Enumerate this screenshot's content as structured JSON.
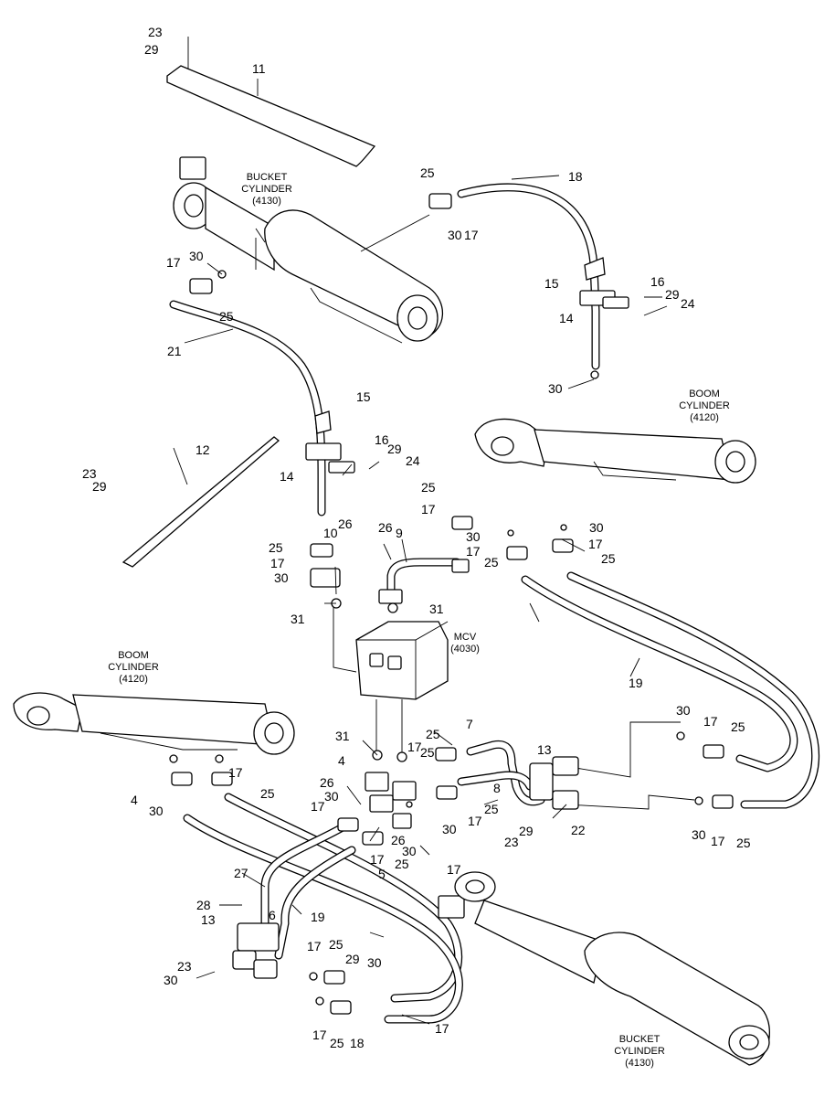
{
  "captions": {
    "bucket_top": [
      "BUCKET",
      "CYLINDER",
      "(4130)"
    ],
    "boom_right": [
      "BOOM",
      "CYLINDER",
      "(4120)"
    ],
    "mcv": [
      "MCV",
      "(4030)"
    ],
    "boom_left": [
      "BOOM",
      "CYLINDER",
      "(4120)"
    ],
    "bucket_bottom": [
      "BUCKET",
      "CYLINDER",
      "(4130)"
    ]
  },
  "callouts": [
    "23",
    "29",
    "11",
    "25",
    "18",
    "30",
    "17",
    "17",
    "30",
    "25",
    "21",
    "15",
    "16",
    "29",
    "24",
    "14",
    "30",
    "15",
    "12",
    "23",
    "29",
    "16",
    "29",
    "24",
    "14",
    "25",
    "17",
    "30",
    "30",
    "17",
    "25",
    "25",
    "26",
    "10",
    "9",
    "26",
    "17",
    "30",
    "31",
    "31",
    "25",
    "17",
    "19",
    "31",
    "7",
    "4",
    "13",
    "30",
    "17",
    "25",
    "26",
    "30",
    "17",
    "8",
    "17",
    "25",
    "30",
    "29",
    "23",
    "22",
    "30",
    "17",
    "25",
    "30",
    "17",
    "25",
    "17",
    "25",
    "4",
    "30",
    "26",
    "17",
    "25",
    "5",
    "27",
    "28",
    "13",
    "6",
    "19",
    "30",
    "17",
    "25",
    "29",
    "23",
    "30",
    "17",
    "25",
    "18",
    "17",
    "25",
    "17"
  ]
}
